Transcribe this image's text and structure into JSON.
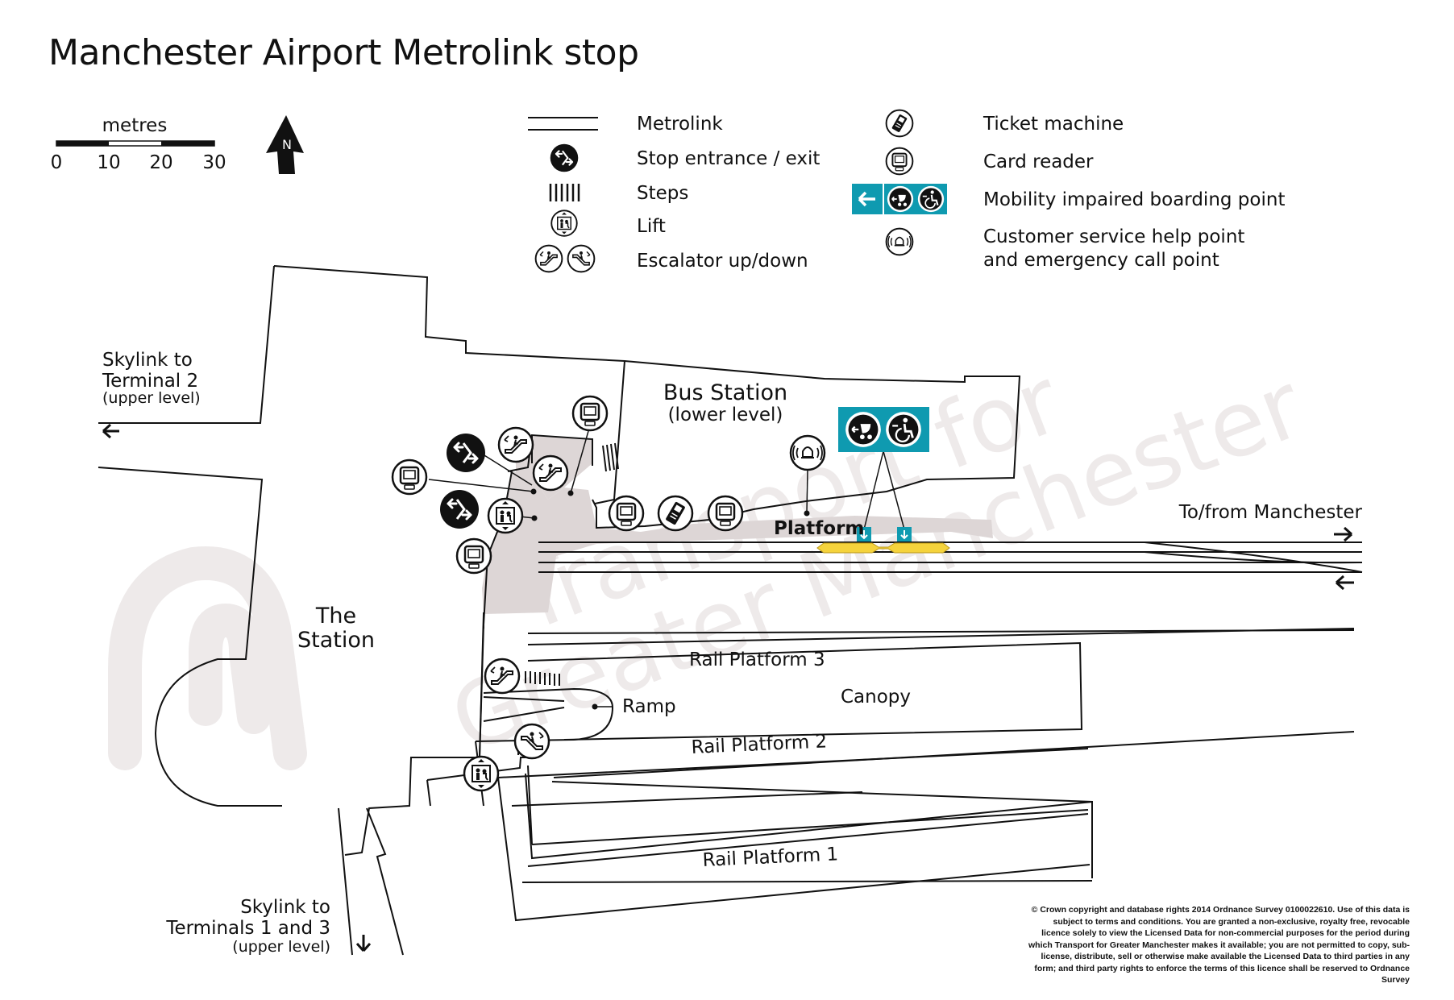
{
  "title": "Manchester Airport Metrolink stop",
  "scale": {
    "unit_label": "metres",
    "ticks": [
      "0",
      "10",
      "20",
      "30"
    ]
  },
  "north_label": "N",
  "legend": {
    "metrolink": "Metrolink",
    "entrance_exit": "Stop entrance / exit",
    "steps": "Steps",
    "lift": "Lift",
    "escalator": "Escalator up/down",
    "ticket_machine": "Ticket machine",
    "card_reader": "Card reader",
    "mobility_boarding": "Mobility impaired boarding point",
    "help_point_line1": "Customer service help point",
    "help_point_line2": "and emergency call point"
  },
  "map": {
    "skylink_t2": [
      "Skylink to",
      "Terminal 2",
      "(upper level)"
    ],
    "bus_station": [
      "Bus Station",
      "(lower level)"
    ],
    "platform": "Platform",
    "to_from_manchester": "To/from Manchester",
    "the_station": [
      "The",
      "Station"
    ],
    "rail_platform_3": "Rail Platform 3",
    "canopy": "Canopy",
    "ramp": "Ramp",
    "rail_platform_2": "Rail Platform 2",
    "rail_platform_1": "Rail Platform 1",
    "skylink_t1_t3": [
      "Skylink to",
      "Terminals 1 and 3",
      "(upper level)"
    ],
    "watermark": [
      "Transport for",
      "Greater Manchester"
    ]
  },
  "copyright": "© Crown copyright and database rights 2014 Ordnance Survey 0100022610. Use of this data is subject to terms and conditions. You are granted a non-exclusive, royalty free, revocable licence solely to view the Licensed Data for non-commercial purposes for the period during which Transport for Greater Manchester makes it available; you are not permitted to copy, sub-license, distribute, sell or otherwise make available the Licensed Data to third parties in any form; and third party rights to enforce the terms of this licence shall be reserved to Ordnance Survey",
  "colors": {
    "accent_teal": "#0f9ab0",
    "platform_yellow": "#f5d33c",
    "concourse_grey": "#ddd6d6",
    "ink": "#111111"
  },
  "icons": [
    "north-arrow-icon",
    "entrance-exit-icon",
    "steps-icon",
    "lift-icon",
    "escalator-up-icon",
    "escalator-down-icon",
    "ticket-machine-icon",
    "card-reader-icon",
    "mobility-boarding-icon",
    "help-point-icon"
  ]
}
